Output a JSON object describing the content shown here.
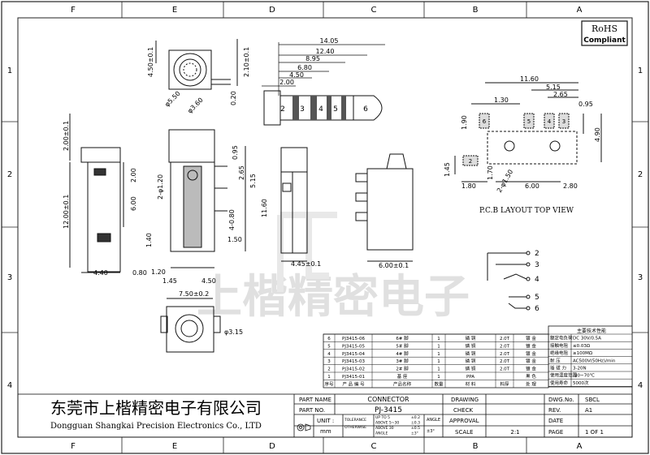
{
  "grid": {
    "cols_top": [
      "F",
      "E",
      "D",
      "C",
      "B",
      "A"
    ],
    "cols_bottom": [
      "F",
      "E",
      "D",
      "C",
      "B",
      "A"
    ],
    "rows_left": [
      "1",
      "2",
      "3",
      "4"
    ],
    "rows_right": [
      "1",
      "2",
      "3",
      "4"
    ]
  },
  "badge": {
    "line1": "RoHS",
    "line2": "Compliant"
  },
  "dims_side": [
    "14.05",
    "12.40",
    "8.95",
    "6.80",
    "4.50",
    "2.00"
  ],
  "pins_side": [
    "2",
    "3",
    "4",
    "5",
    "6"
  ],
  "dims_front": {
    "top": "4.50±0.1",
    "right": "2.10±0.1",
    "phi": "φ5.50",
    "phi2": "φ3.60",
    "small": "0.20"
  },
  "dims_left": {
    "h": "12.00±0.1",
    "w": "2.00±0.1",
    "a": "2.00",
    "b": "6.00",
    "bot1": "4.40",
    "bot2": "0.80",
    "c": "1.40"
  },
  "dims_mid": {
    "a": "0.95",
    "b": "2.65",
    "c": "5.15",
    "d": "11.60",
    "e": "4-0.80",
    "f": "1.50",
    "g": "2-φ1.20",
    "h": "1.20",
    "i": "1.45",
    "j": "4.50"
  },
  "dims_back": {
    "w": "4.45±0.1"
  },
  "dims_right": {
    "w": "6.00±0.1"
  },
  "dims_bottom": {
    "w": "7.50±0.2",
    "phi": "φ3.15"
  },
  "pcb": {
    "top": "11.60",
    "a": "5.15",
    "b": "2.65",
    "c": "0.95",
    "d": "1.30",
    "e": "1.90",
    "f": "4.90",
    "g": "1.45",
    "h": "1.70",
    "i": "1.80",
    "j": "6.00",
    "k": "2.80",
    "phi": "2-φ1.50",
    "label": "P.C.B LAYOUT TOP VIEW",
    "pad_nums": [
      "6",
      "5",
      "4",
      "3",
      "2"
    ]
  },
  "schematic_pins": [
    "2",
    "3",
    "4",
    "5",
    "6"
  ],
  "watermark": "上楷精密电子",
  "specs": {
    "title": "主要技术性能",
    "rows": [
      [
        "额定电负荷",
        "DC 30V/0.5A"
      ],
      [
        "接触电阻",
        "≤0.03Ω"
      ],
      [
        "绝缘电阻",
        "≥100MΩ"
      ],
      [
        "耐  压",
        "AC500V(50Hz)/min"
      ],
      [
        "插 拔 力",
        "3-20N"
      ],
      [
        "使用温度范围",
        "-30~70℃"
      ],
      [
        "使用寿命",
        "5000次"
      ]
    ]
  },
  "bom": {
    "rows": [
      [
        "6",
        "PJ3415-06",
        "6#  脚",
        "1",
        "磷  铜",
        "2.0T",
        "镀  金"
      ],
      [
        "5",
        "PJ3415-05",
        "5#  脚",
        "1",
        "磷  铜",
        "2.0T",
        "镀  金"
      ],
      [
        "4",
        "PJ3415-04",
        "4#  脚",
        "1",
        "磷  铜",
        "2.0T",
        "镀  金"
      ],
      [
        "3",
        "PJ3415-03",
        "3#  脚",
        "1",
        "磷  铜",
        "2.0T",
        "镀  金"
      ],
      [
        "2",
        "PJ3415-02",
        "2#  脚",
        "1",
        "磷  铜",
        "2.0T",
        "镀  金"
      ],
      [
        "1",
        "PJ3415-01",
        "基  座",
        "1",
        "PPA",
        "",
        "黑  色"
      ]
    ],
    "header": [
      "序号",
      "产 品 编 号",
      "产品名称",
      "数量",
      "材  料",
      "料厚",
      "处  理"
    ]
  },
  "title_block": {
    "company_cn": "东莞市上楷精密电子有限公司",
    "company_en": "Dongguan Shangkai Precision Electronics Co., LTD",
    "part_name_label": "PART NAME",
    "part_name": "CONNECTOR",
    "part_no_label": "PART NO.",
    "part_no": "PJ-3415",
    "unit_label": "UNIT :",
    "unit": "mm",
    "tolerance_label": "TOLERANCE",
    "otherwise_label": "OTHERWISE",
    "tol_rows": [
      [
        "UP TO 5",
        "±0.2"
      ],
      [
        "ABOVE 5~30",
        "±0.3"
      ],
      [
        "ABOVE 30",
        "±0.5"
      ],
      [
        "ANGLE",
        "±3°"
      ]
    ],
    "angle_label": "ANGLE",
    "angle_val": "±3°",
    "drawing": "DRAWING",
    "check": "CHECK",
    "approval": "APPROVAL",
    "scale_label": "SCALE",
    "scale": "2:1",
    "dwg_label": "DWG.No.",
    "dwg": "SBCL",
    "rev_label": "REV.",
    "rev": "A1",
    "date_label": "DATE",
    "date": "",
    "page_label": "PAGE",
    "page": "1 OF 1"
  }
}
